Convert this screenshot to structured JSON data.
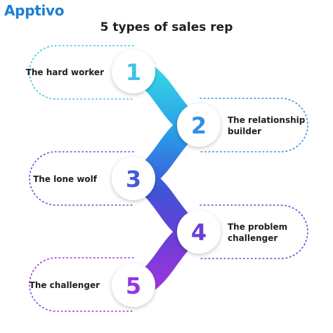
{
  "logo": {
    "text": "Apptivo"
  },
  "title": "5 types of sales rep",
  "steps": [
    {
      "number": "1",
      "label": "The hard worker",
      "color": "#3bc4e8"
    },
    {
      "number": "2",
      "label": "The relationship builder",
      "color": "#2f8fe6"
    },
    {
      "number": "3",
      "label": "The lone wolf",
      "color": "#4659d8"
    },
    {
      "number": "4",
      "label": "The problem challenger",
      "color": "#6a3fd6"
    },
    {
      "number": "5",
      "label": "The challenger",
      "color": "#9636de"
    }
  ]
}
